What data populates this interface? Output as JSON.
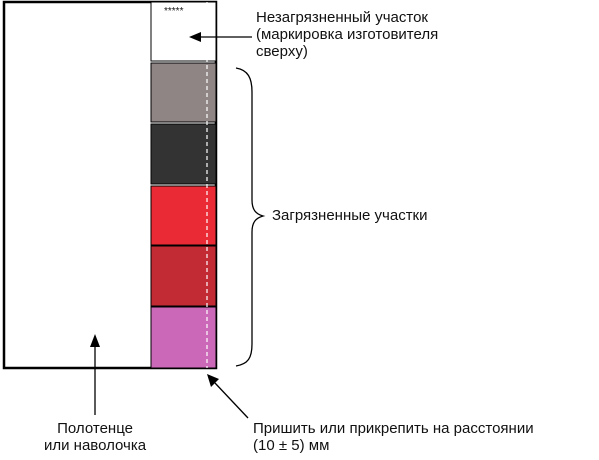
{
  "marking": "*****",
  "labels": {
    "unsoiled": [
      "Незагрязненный участок",
      "(маркировка изготовителя",
      "сверху)"
    ],
    "soiled": "Загрязненные участки",
    "towel": [
      "Полотенце",
      "или наволочка"
    ],
    "attach": [
      "Пришить или прикрепить на расстоянии",
      "(10 ± 5) мм"
    ]
  },
  "colors": {
    "outline": "#000000",
    "unsoiled_patch": "#ffffff",
    "patch_grey": "#8f8585",
    "patch_black": "#333333",
    "patch_red": "#ea2b35",
    "patch_darkred": "#c22a34",
    "patch_pink": "#cb69b8"
  },
  "patches": [
    {
      "name": "unsoiled-patch",
      "color": "#ffffff"
    },
    {
      "name": "soiled-patch-grey",
      "color": "#8f8585"
    },
    {
      "name": "soiled-patch-black",
      "color": "#333333"
    },
    {
      "name": "soiled-patch-red",
      "color": "#ea2b35"
    },
    {
      "name": "soiled-patch-darkred",
      "color": "#c22a34"
    },
    {
      "name": "soiled-patch-pink",
      "color": "#cb69b8"
    }
  ]
}
